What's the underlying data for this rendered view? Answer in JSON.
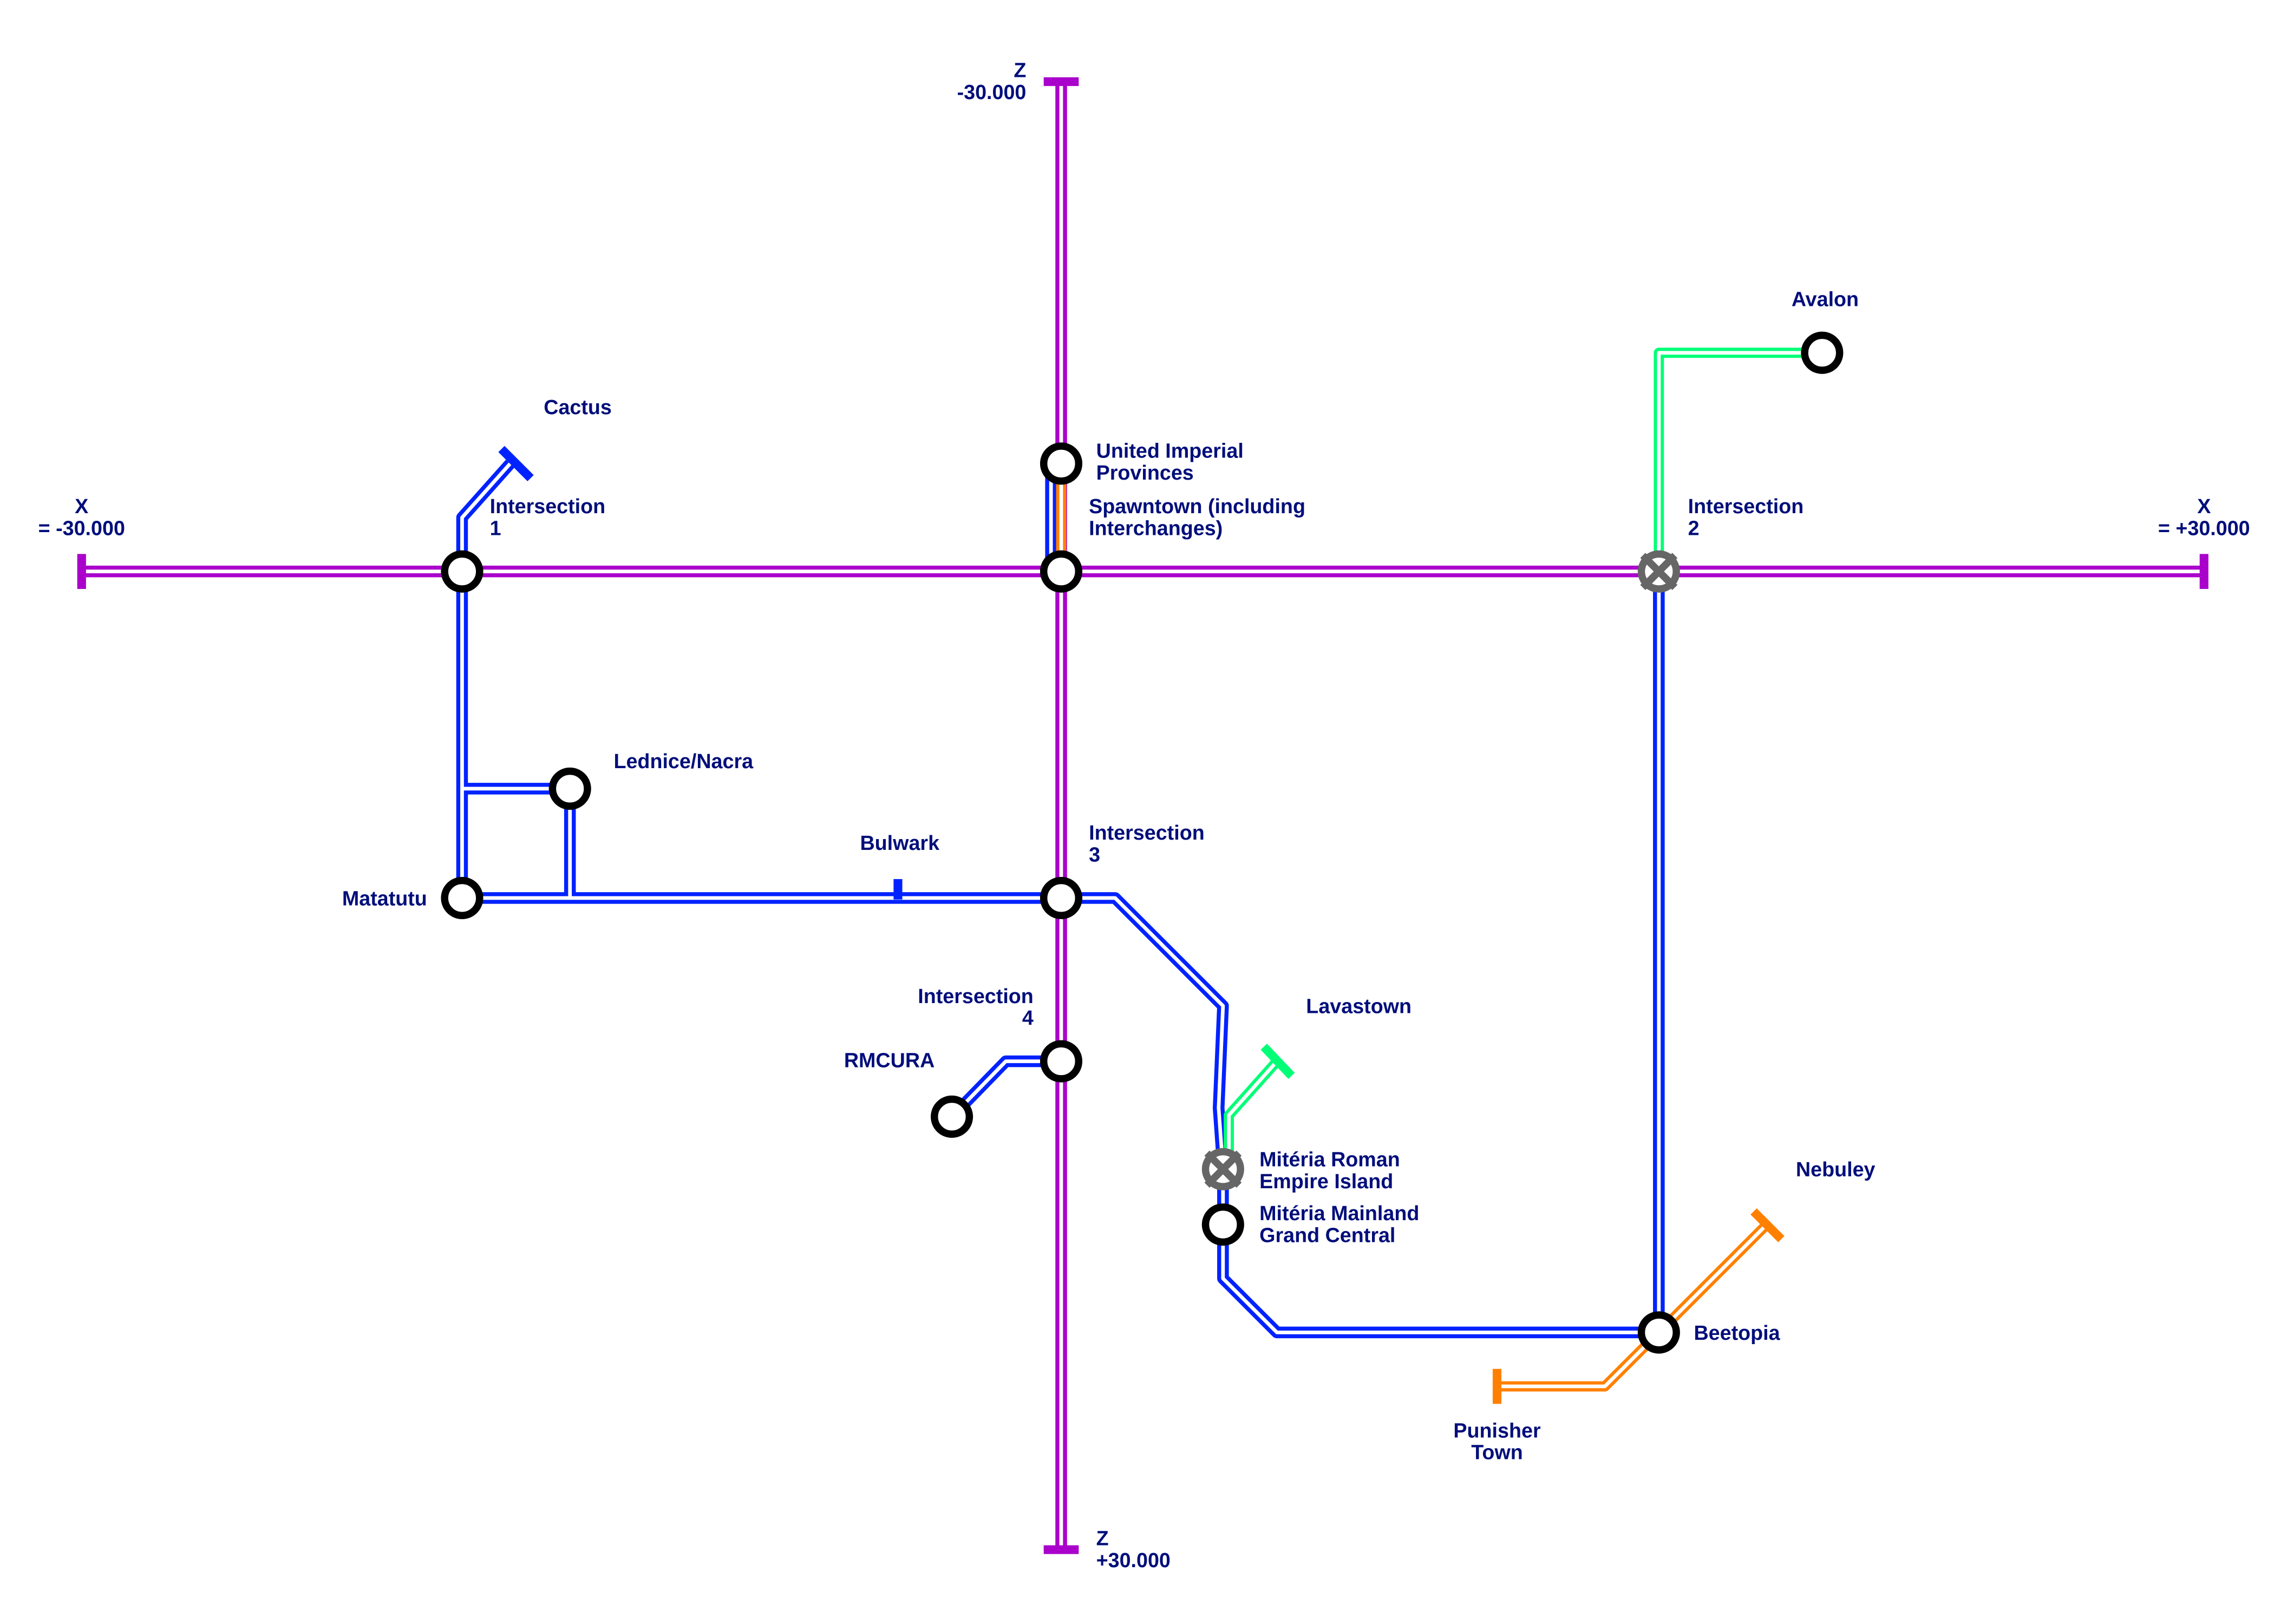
{
  "colors": {
    "axis_line": "#aa00cc",
    "blue_line": "#0022ff",
    "orange_line": "#ff8000",
    "green_line": "#00ff77",
    "label_text": "#000e7a",
    "interchange": "#666666",
    "station": "#000000"
  },
  "axes": {
    "x_min": [
      "X",
      "= -30.000"
    ],
    "x_max": [
      "X",
      "= +30.000"
    ],
    "z_min": [
      "Z",
      "-30.000"
    ],
    "z_max": [
      "Z",
      "+30.000"
    ]
  },
  "stations": {
    "cactus": [
      "Cactus"
    ],
    "intersection_1": [
      "Intersection",
      "1"
    ],
    "united_imperial": [
      "United Imperial",
      "Provinces"
    ],
    "spawntown": [
      "Spawntown (including",
      "Interchanges)"
    ],
    "intersection_2": [
      "Intersection",
      "2"
    ],
    "avalon": [
      "Avalon"
    ],
    "lednice": [
      "Lednice/Nacra"
    ],
    "bulwark": [
      "Bulwark"
    ],
    "matatutu": [
      "Matatutu"
    ],
    "intersection_3": [
      "Intersection",
      "3"
    ],
    "intersection_4": [
      "Intersection",
      "4"
    ],
    "rmcura": [
      "RMCURA"
    ],
    "lavastown": [
      "Lavastown"
    ],
    "miteria_roman": [
      "Mitéria Roman",
      "Empire Island"
    ],
    "miteria_mainland": [
      "Mitéria Mainland",
      "Grand Central"
    ],
    "nebuley": [
      "Nebuley"
    ],
    "beetopia": [
      "Beetopia"
    ],
    "punisher": [
      "Punisher",
      "Town"
    ]
  }
}
